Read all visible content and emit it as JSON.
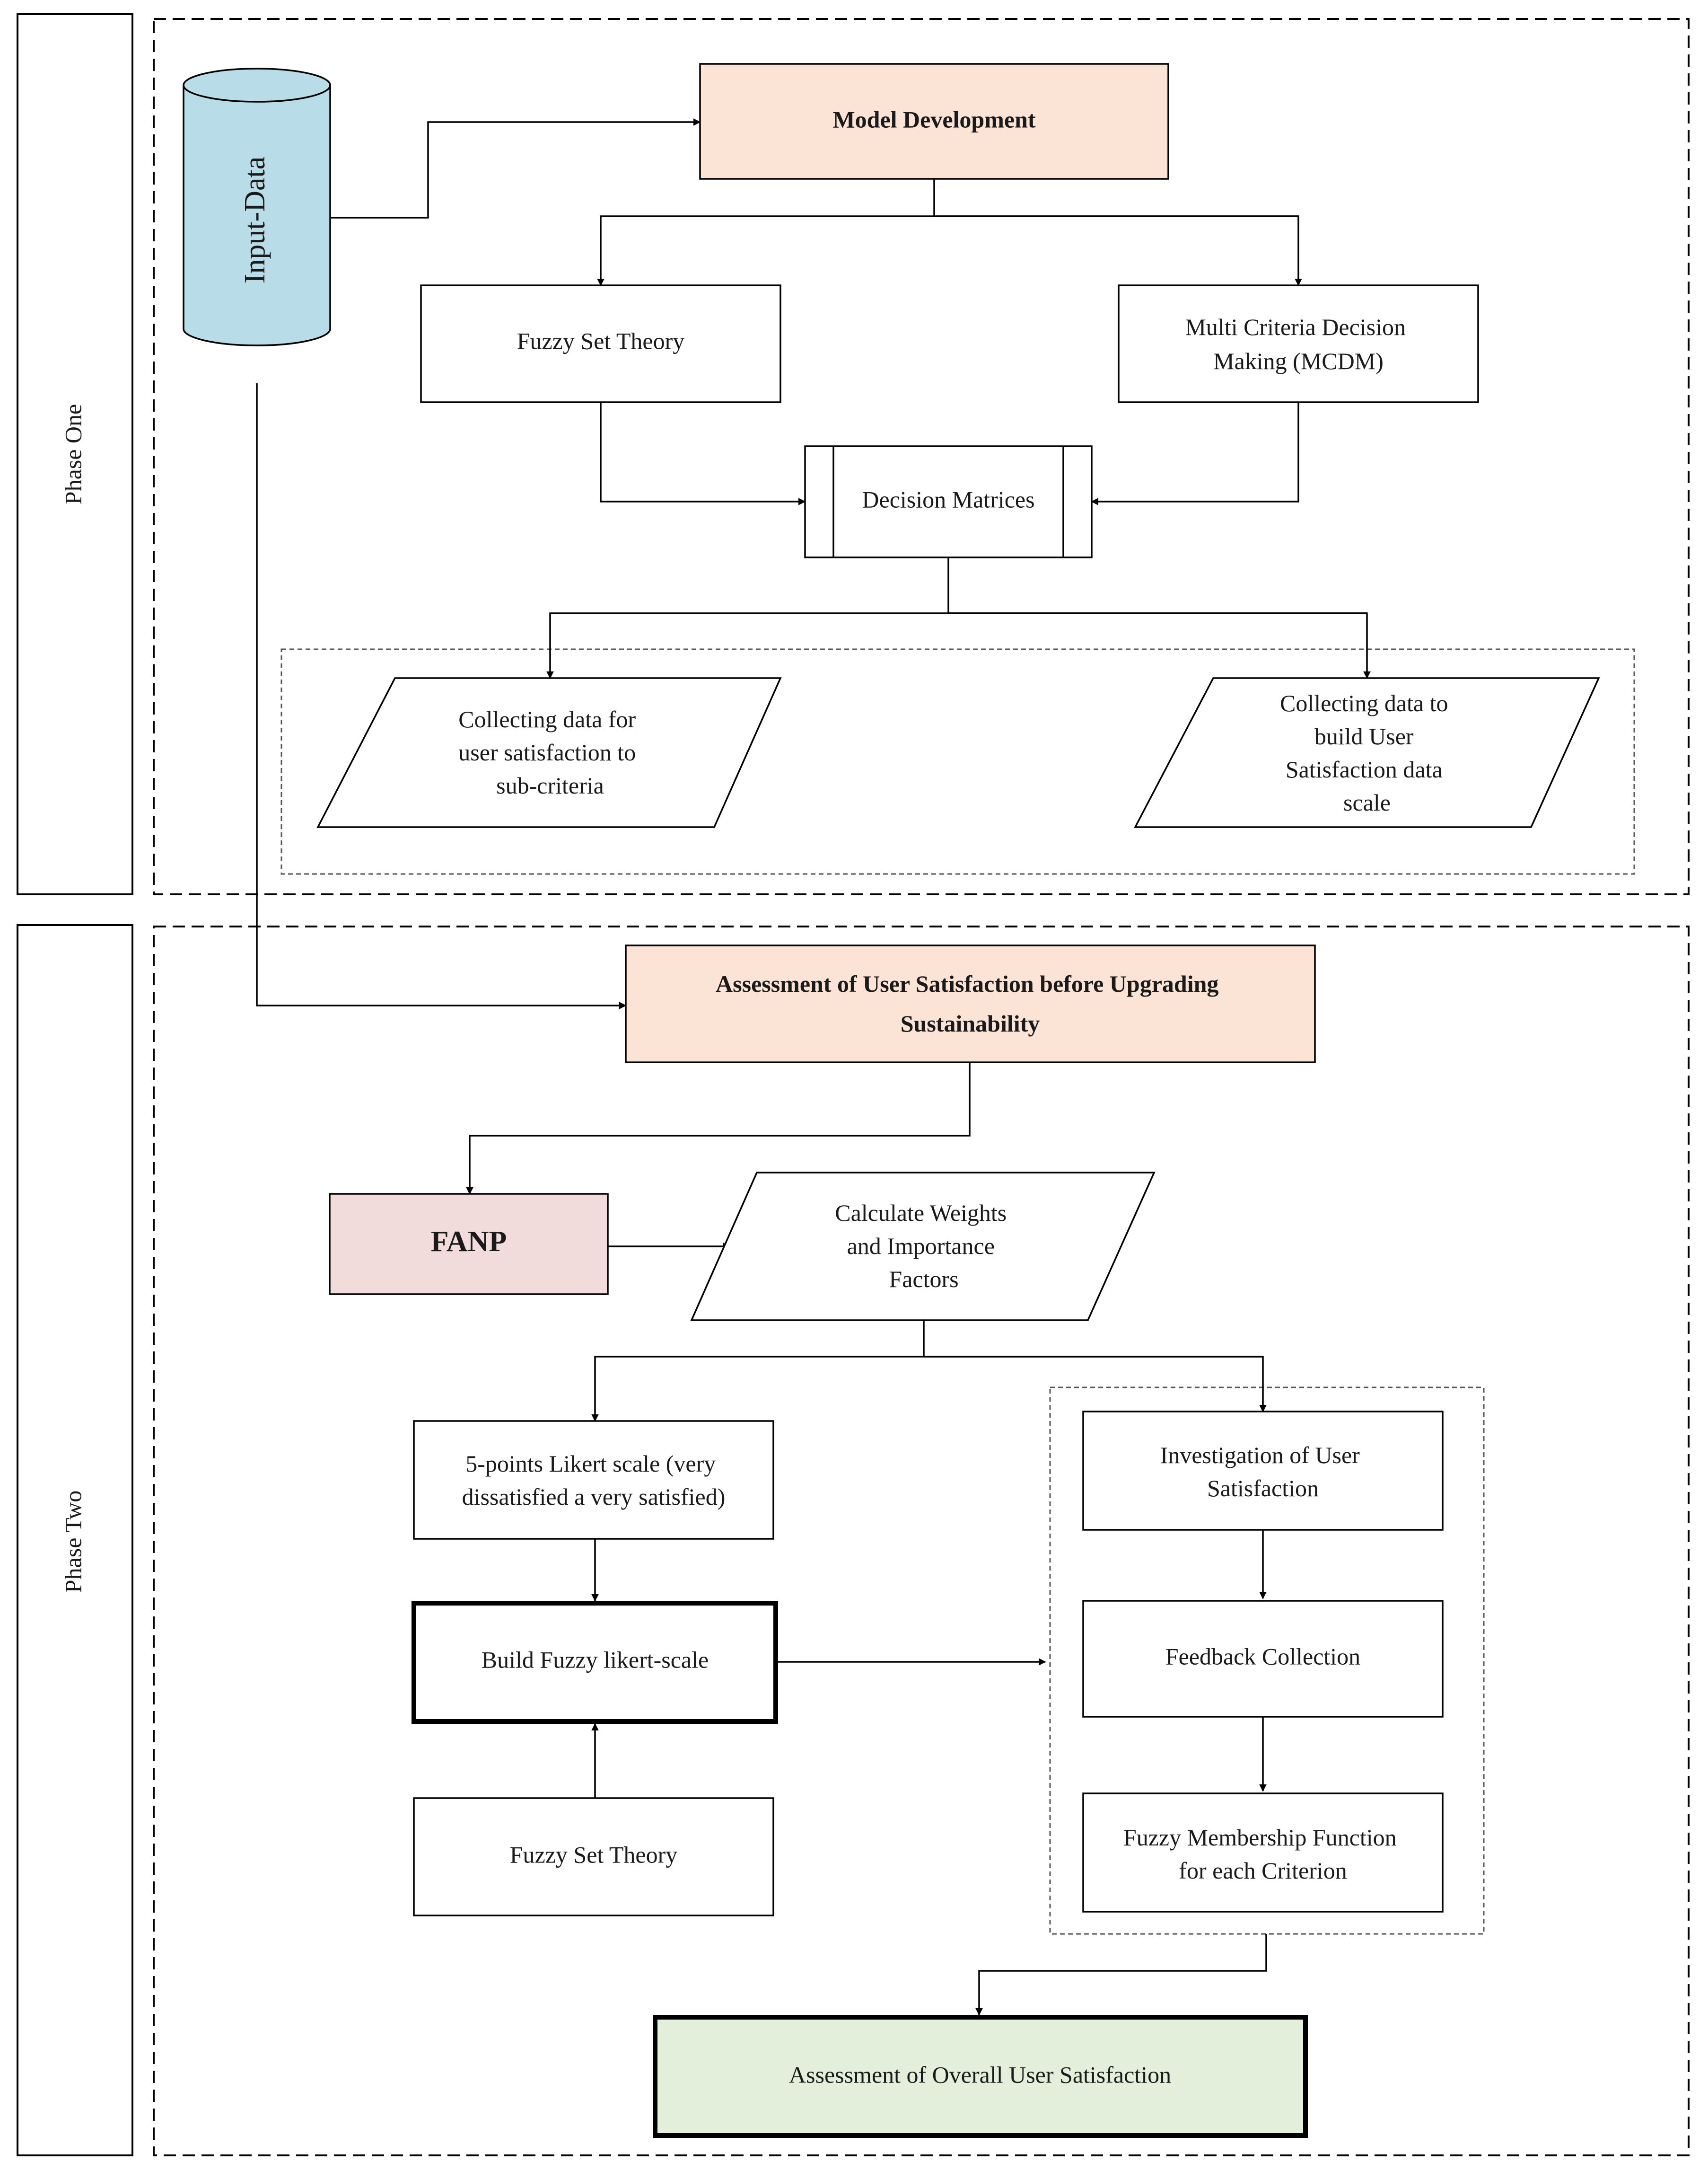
{
  "phases": {
    "one": "Phase One",
    "two": "Phase Two"
  },
  "nodes": {
    "input_data": "Input-Data",
    "model_development": "Model Development",
    "fuzzy_set_theory_1": "Fuzzy Set Theory",
    "mcdm": [
      "Multi Criteria Decision",
      "Making (MCDM)"
    ],
    "decision_matrices": "Decision Matrices",
    "collect_sub_criteria": [
      "Collecting data for",
      "user satisfaction to",
      "sub-criteria"
    ],
    "collect_scale": [
      "Collecting data to",
      "build User",
      "Satisfaction data",
      "scale"
    ],
    "assessment_before": [
      "Assessment of User Satisfaction before Upgrading",
      "Sustainability"
    ],
    "fanp": "FANP",
    "calculate_weights": [
      "Calculate Weights",
      "and Importance",
      "Factors"
    ],
    "likert_5": [
      "5-points Likert scale (very",
      "dissatisfied a very satisfied)"
    ],
    "build_fuzzy_likert": "Build Fuzzy likert-scale",
    "fuzzy_set_theory_2": "Fuzzy Set Theory",
    "investigation": [
      "Investigation of User",
      "Satisfaction"
    ],
    "feedback": "Feedback Collection",
    "membership": [
      "Fuzzy Membership Function",
      "for each Criterion"
    ],
    "overall": "Assessment of Overall User Satisfaction"
  },
  "colors": {
    "input_data_fill": "#b8dde8",
    "model_dev_fill": "#fbe4d6",
    "assessment_before_fill": "#fbe4d6",
    "fanp_fill": "#f2dcdb",
    "overall_fill": "#e3eedb",
    "default_fill": "#ffffff",
    "stroke": "#000000"
  }
}
